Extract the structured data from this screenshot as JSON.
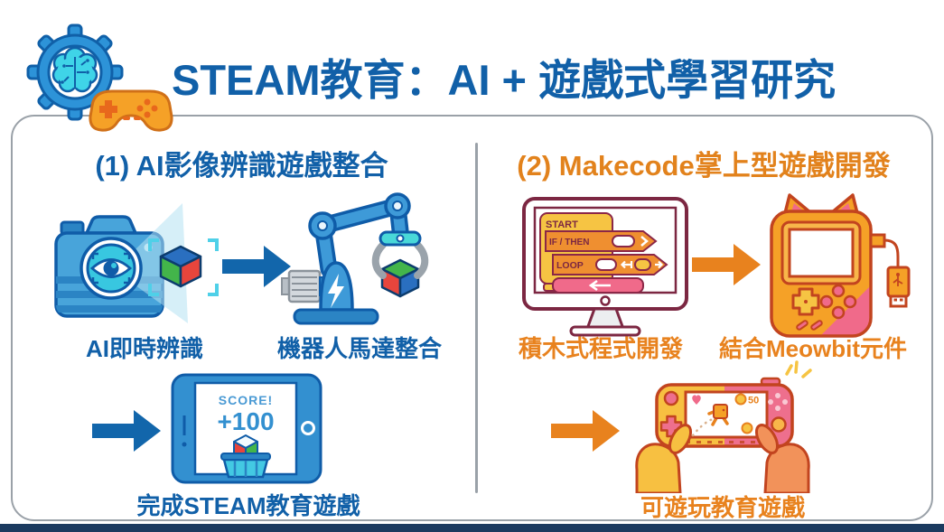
{
  "header": {
    "title": "STEAM教育：AI + 遊戲式學習研究"
  },
  "panels": {
    "left": {
      "heading": "(1) AI影像辨識遊戲整合",
      "captions": {
        "step1": "AI即時辨識",
        "step2": "機器人馬達整合",
        "step3": "完成STEAM教育遊戲"
      },
      "tablet_screen": {
        "score_label": "SCORE!",
        "score_value": "+100"
      }
    },
    "right": {
      "heading": "(2) Makecode掌上型遊戲開發",
      "captions": {
        "step1": "積木式程式開發",
        "step2": "結合Meowbit元件",
        "step3": "可遊玩教育遊戲"
      },
      "code_blocks": {
        "block1": "START",
        "block2": "IF / THEN",
        "block3": "LOOP"
      },
      "game_screen": {
        "score": "50"
      }
    }
  },
  "colors": {
    "title_blue": "#1160a8",
    "accent_orange": "#e8821e",
    "arrow_blue": "#1266ab",
    "panel_border": "#9aa1a8",
    "footer_navy": "#1b3a5f",
    "icon_outline_blue": "#0f5ca8",
    "icon_outline_red": "#c2441f",
    "monitor_outline": "#7c2742"
  }
}
